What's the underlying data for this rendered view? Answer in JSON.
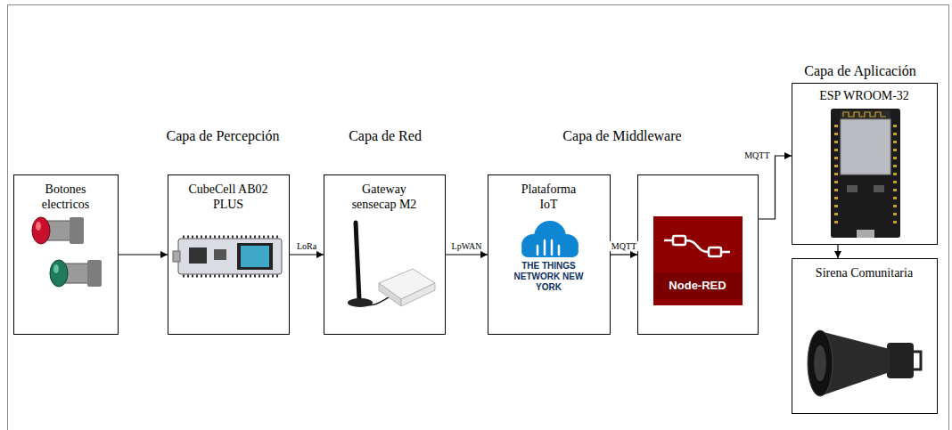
{
  "diagram": {
    "nodes": [
      {
        "text": [
          "Botones electricos"
        ]
      },
      {
        "text": [
          "CubeCell AB02 PLUS"
        ]
      },
      {
        "text": [
          "Gateway sensecap M2"
        ]
      },
      {
        "text": [
          "Plataforma IoT",
          "THE THINGS NETWORK NEW YORK"
        ]
      },
      {
        "text": [
          "Node-RED"
        ]
      },
      {
        "text": [
          "ESP WROOM-32"
        ]
      },
      {
        "text": [
          "Sirena Comunitaria"
        ]
      }
    ],
    "edges": [
      {
        "from": 0,
        "to": 1,
        "arrow": "to"
      },
      {
        "from": 1,
        "to": 2,
        "label": "LoRa",
        "arrow": "to"
      },
      {
        "from": 2,
        "to": 3,
        "label": "LpWAN",
        "arrow": "to"
      },
      {
        "from": 3,
        "to": 4,
        "label": "MQTT",
        "arrow": "to"
      },
      {
        "from": 4,
        "to": 5,
        "label": "MQTT",
        "arrow": "to"
      },
      {
        "from": 5,
        "to": 6,
        "arrow": "to"
      }
    ],
    "labels": [
      "Capa de Percepción",
      "Capa de Red",
      "Capa de Middleware",
      "Capa de Aplicación"
    ]
  }
}
